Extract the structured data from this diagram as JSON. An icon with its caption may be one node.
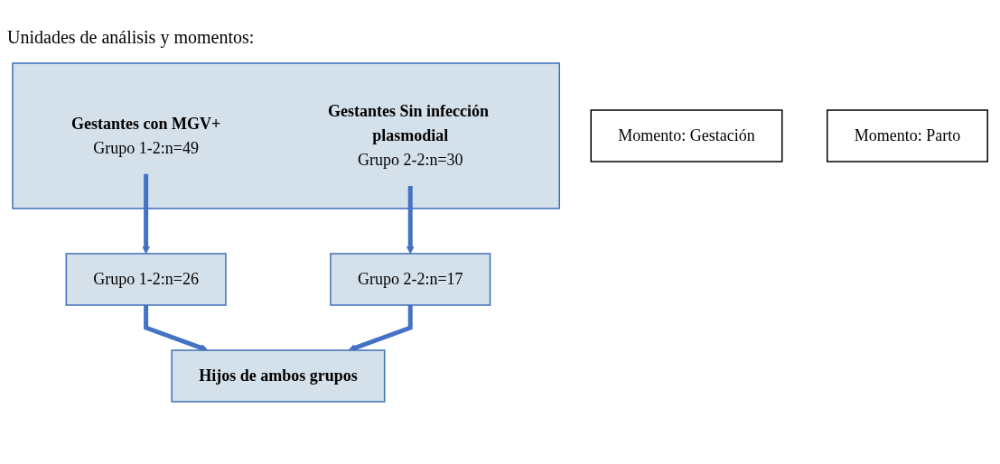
{
  "diagram": {
    "nodes": [
      {
        "text": [
          "Momento: Gestación"
        ]
      },
      {
        "text": [],
        "shape": "box"
      },
      {
        "text": [
          "Gestantes con MGV+",
          "Grupo 1-2:n=49"
        ],
        "in": 1
      },
      {
        "text": [
          "Gestantes Sin infección plasmodial",
          "Grupo 2-2:n=30"
        ],
        "in": 1
      },
      {
        "text": [
          "Momento: Parto"
        ]
      },
      {
        "text": [
          "Grupo 1-2:n=26"
        ]
      },
      {
        "text": [
          "Grupo 2-2:n=17"
        ]
      },
      {
        "text": [
          "Hijos de ambos grupos"
        ]
      }
    ],
    "edges": [
      {
        "from": 2,
        "to": 5,
        "arrow": "to"
      },
      {
        "from": 3,
        "to": 6,
        "arrow": "to"
      },
      {
        "from": 5,
        "to": 7,
        "arrow": "to"
      },
      {
        "from": 6,
        "to": 7,
        "arrow": "to"
      }
    ],
    "labels": [
      "Unidades de análisis y momentos:"
    ]
  }
}
